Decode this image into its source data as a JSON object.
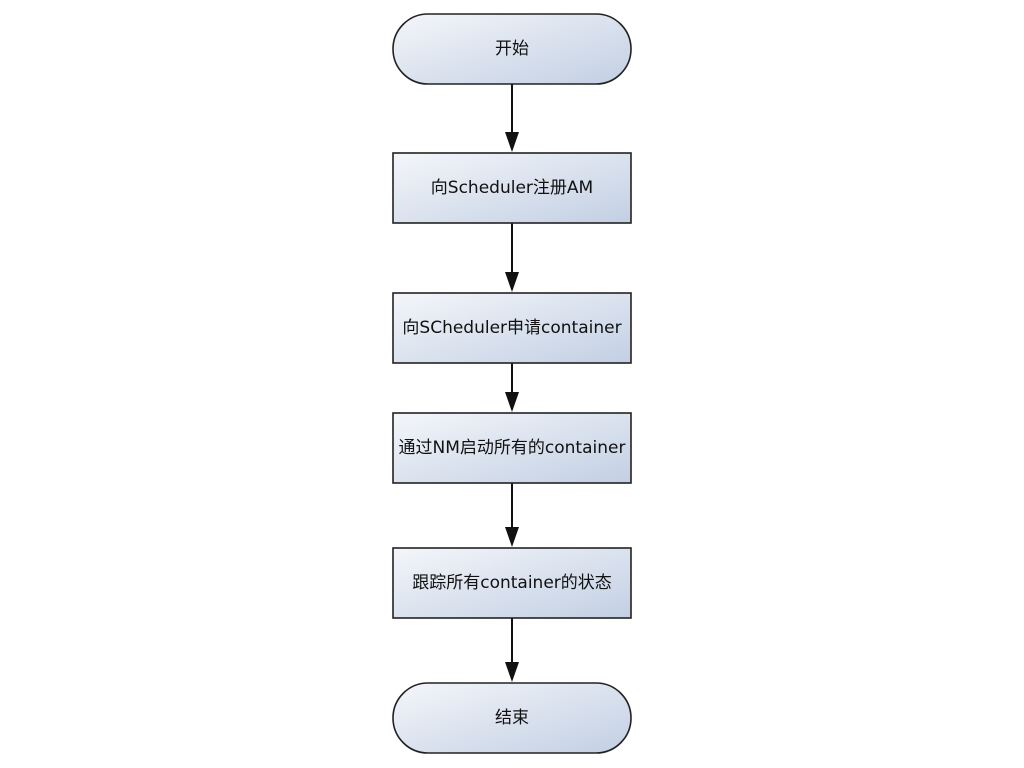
{
  "flowchart": {
    "nodes": [
      {
        "id": "start",
        "shape": "terminal",
        "label": "开始"
      },
      {
        "id": "register",
        "shape": "process",
        "label": "向Scheduler注册AM"
      },
      {
        "id": "request",
        "shape": "process",
        "label": "向SCheduler申请container"
      },
      {
        "id": "launch",
        "shape": "process",
        "label": "通过NM启动所有的container"
      },
      {
        "id": "track",
        "shape": "process",
        "label": "跟踪所有container的状态"
      },
      {
        "id": "end",
        "shape": "terminal",
        "label": "结束"
      }
    ],
    "edges": [
      {
        "from": "start",
        "to": "register"
      },
      {
        "from": "register",
        "to": "request"
      },
      {
        "from": "request",
        "to": "launch"
      },
      {
        "from": "launch",
        "to": "track"
      },
      {
        "from": "track",
        "to": "end"
      }
    ],
    "colors": {
      "fill_light": "#f4f6fa",
      "fill_dark": "#c2cfe3",
      "stroke": "#222222",
      "edge": "#111111"
    }
  }
}
